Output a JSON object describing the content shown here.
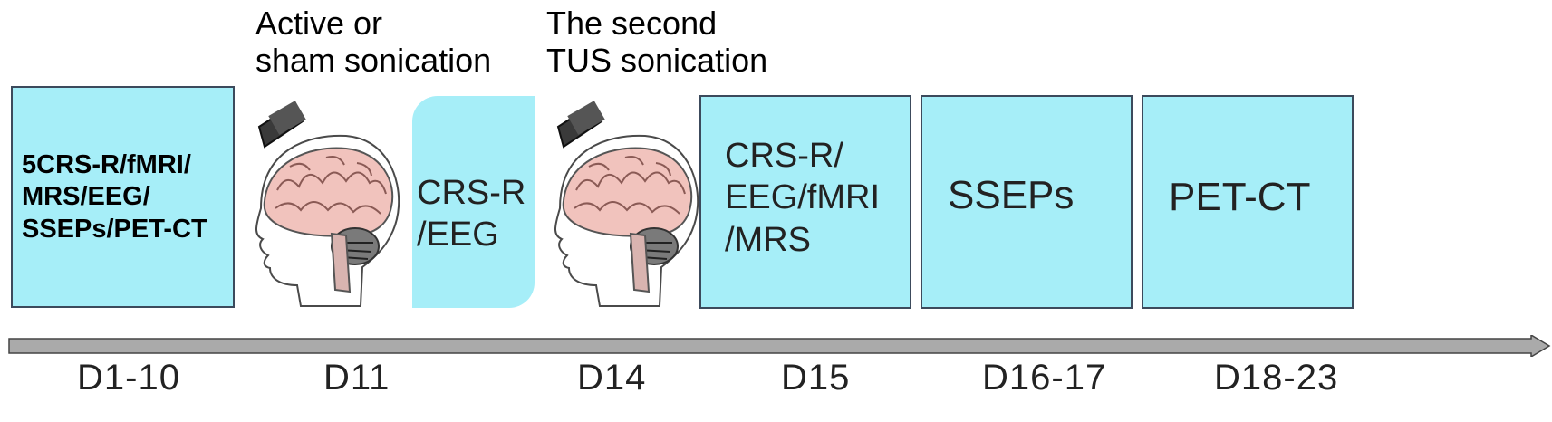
{
  "steps": [
    {
      "text": "5CRS-R/fMRI/\nMRS/EEG/\nSSEPs/PET-CT"
    },
    {
      "text": "CRS-R\n/EEG"
    },
    {
      "text": "CRS-R/\nEEG/fMRI\n/MRS"
    },
    {
      "text": "SSEPs"
    },
    {
      "text": "PET-CT"
    }
  ],
  "sonications": [
    {
      "caption": "Active or\nsham sonication",
      "icon": "brain-with-transducer-icon"
    },
    {
      "caption": "The second\nTUS sonication",
      "icon": "brain-with-transducer-icon"
    }
  ],
  "days": [
    "D1-10",
    "D11",
    "D14",
    "D15",
    "D16-17",
    "D18-23"
  ],
  "colors": {
    "box_fill": "#a6eef8",
    "box_border": "#3c4a5c",
    "arrow": "#aaaaaa"
  }
}
